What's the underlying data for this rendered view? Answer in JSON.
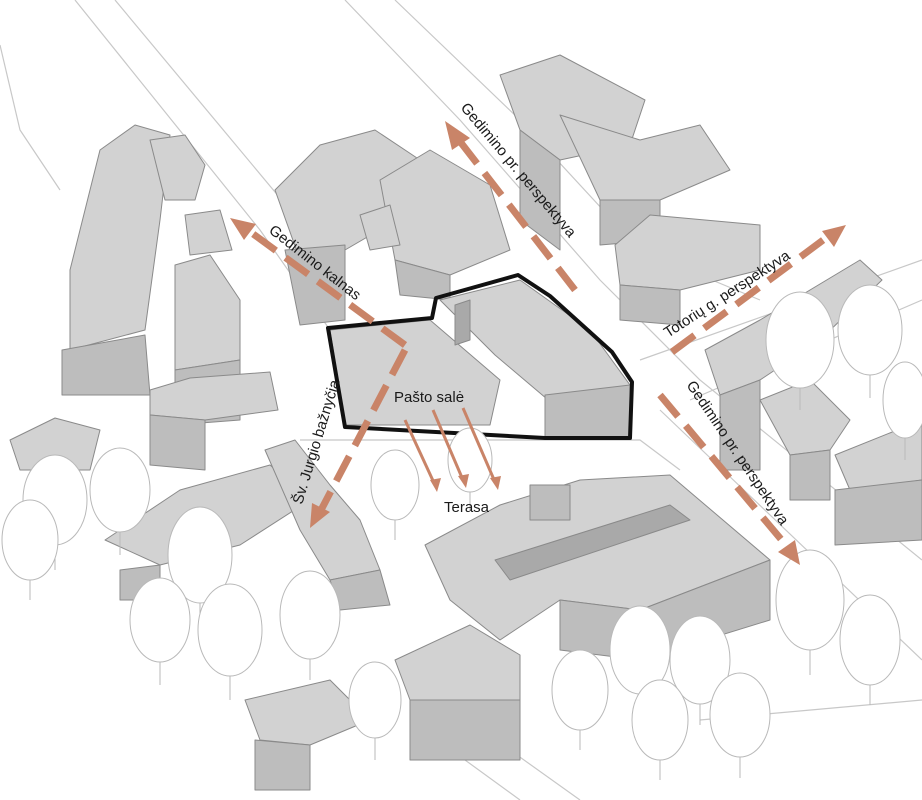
{
  "colors": {
    "arrow": "#c98468",
    "site_outline": "#111111",
    "building": "#d2d2d2",
    "background": "#ffffff"
  },
  "labels": {
    "gedimino_north": "Gedimino pr. perspektyva",
    "gedimino_south": "Gedimino pr. perspektyva",
    "totoriu": "Totorių g. perspektyva",
    "gedimino_kalnas": "Gedimino kalnas",
    "jurgio": "Šv. Jurgio bažnyčia",
    "pasto_sale": "Pašto salė",
    "terasa": "Terasa"
  }
}
